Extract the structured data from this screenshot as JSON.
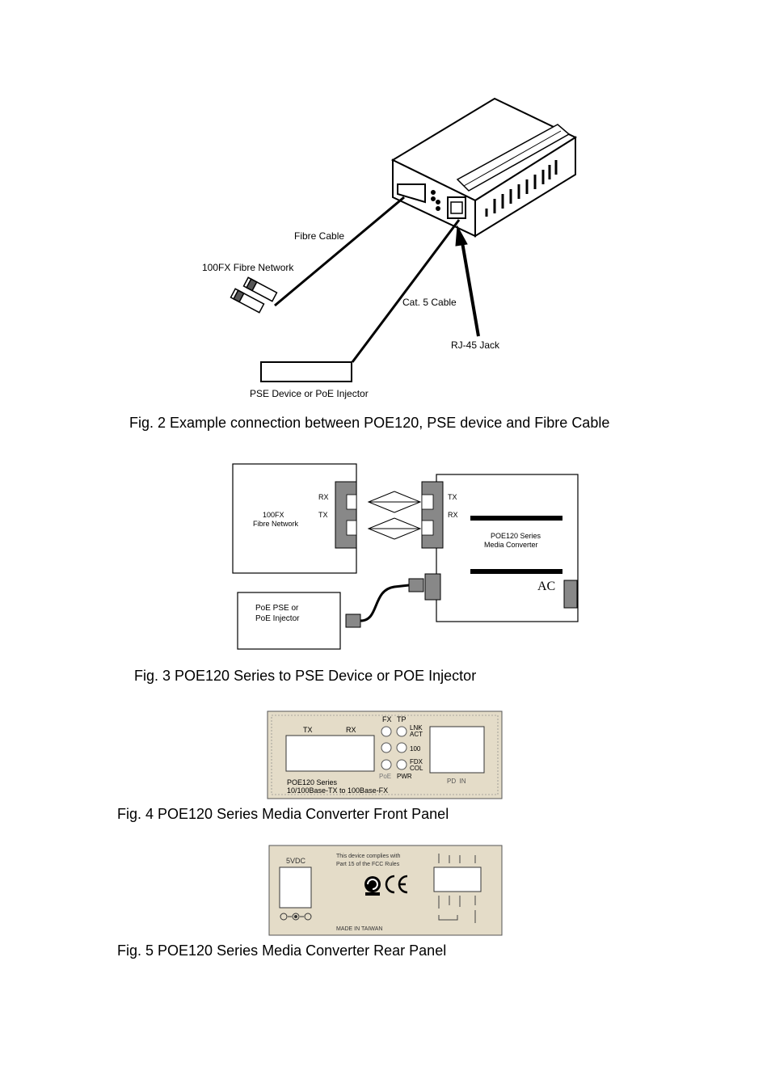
{
  "fig2": {
    "caption": "Fig. 2 Example connection between POE120, PSE device and Fibre Cable",
    "labels": {
      "fibre_cable": "Fibre Cable",
      "fibre_network": "100FX Fibre Network",
      "cat5": "Cat. 5 Cable",
      "rj45": "RJ-45 Jack",
      "pse": "PSE Device or PoE Injector"
    }
  },
  "fig3": {
    "caption": "Fig. 3 POE120 Series to PSE Device or POE Injector",
    "left_rx": "RX",
    "left_tx": "TX",
    "network_line1": "100FX",
    "network_line2": "Fibre Network",
    "right_tx": "TX",
    "right_rx": "RX",
    "converter_line1": "POE120 Series",
    "converter_line2": "Media Converter",
    "ac": "AC",
    "pse_line1": "PoE PSE or",
    "pse_line2": "PoE Injector"
  },
  "fig4": {
    "caption": "Fig. 4 POE120 Series Media Converter Front Panel",
    "tx": "TX",
    "rx": "RX",
    "fx": "FX",
    "tp": "TP",
    "lnk": "LNK",
    "act": "ACT",
    "speed": "100",
    "fdx": "FDX",
    "col": "COL",
    "poe": "PoE",
    "pwr": "PWR",
    "pd_in": "PD  IN",
    "series": "POE120 Series",
    "desc": "10/100Base-TX to 100Base-FX"
  },
  "fig5": {
    "caption": "Fig. 5 POE120 Series Media Converter Rear Panel",
    "vdc": "5VDC",
    "fcc1": "This device complies with",
    "fcc2": "Part 15 of the FCC Rules",
    "made": "MADE IN TAIWAN"
  }
}
